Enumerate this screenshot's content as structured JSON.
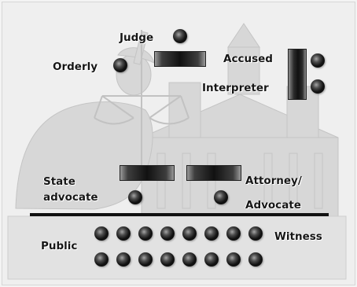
{
  "labels": {
    "judge": "Judge",
    "orderly": "Orderly",
    "accused": "Accused",
    "interpreter": "Interpreter",
    "state_line1": "State",
    "state_line2": "advocate",
    "attorney_line1": "Attorney/",
    "attorney_line2": "Advocate",
    "public": "Public",
    "witness": "Witness"
  },
  "public_seats": {
    "rows": 2,
    "per_row": 8
  },
  "colors": {
    "seat": "#111111",
    "backdrop": "#dcdcdc",
    "text": "#161616"
  }
}
